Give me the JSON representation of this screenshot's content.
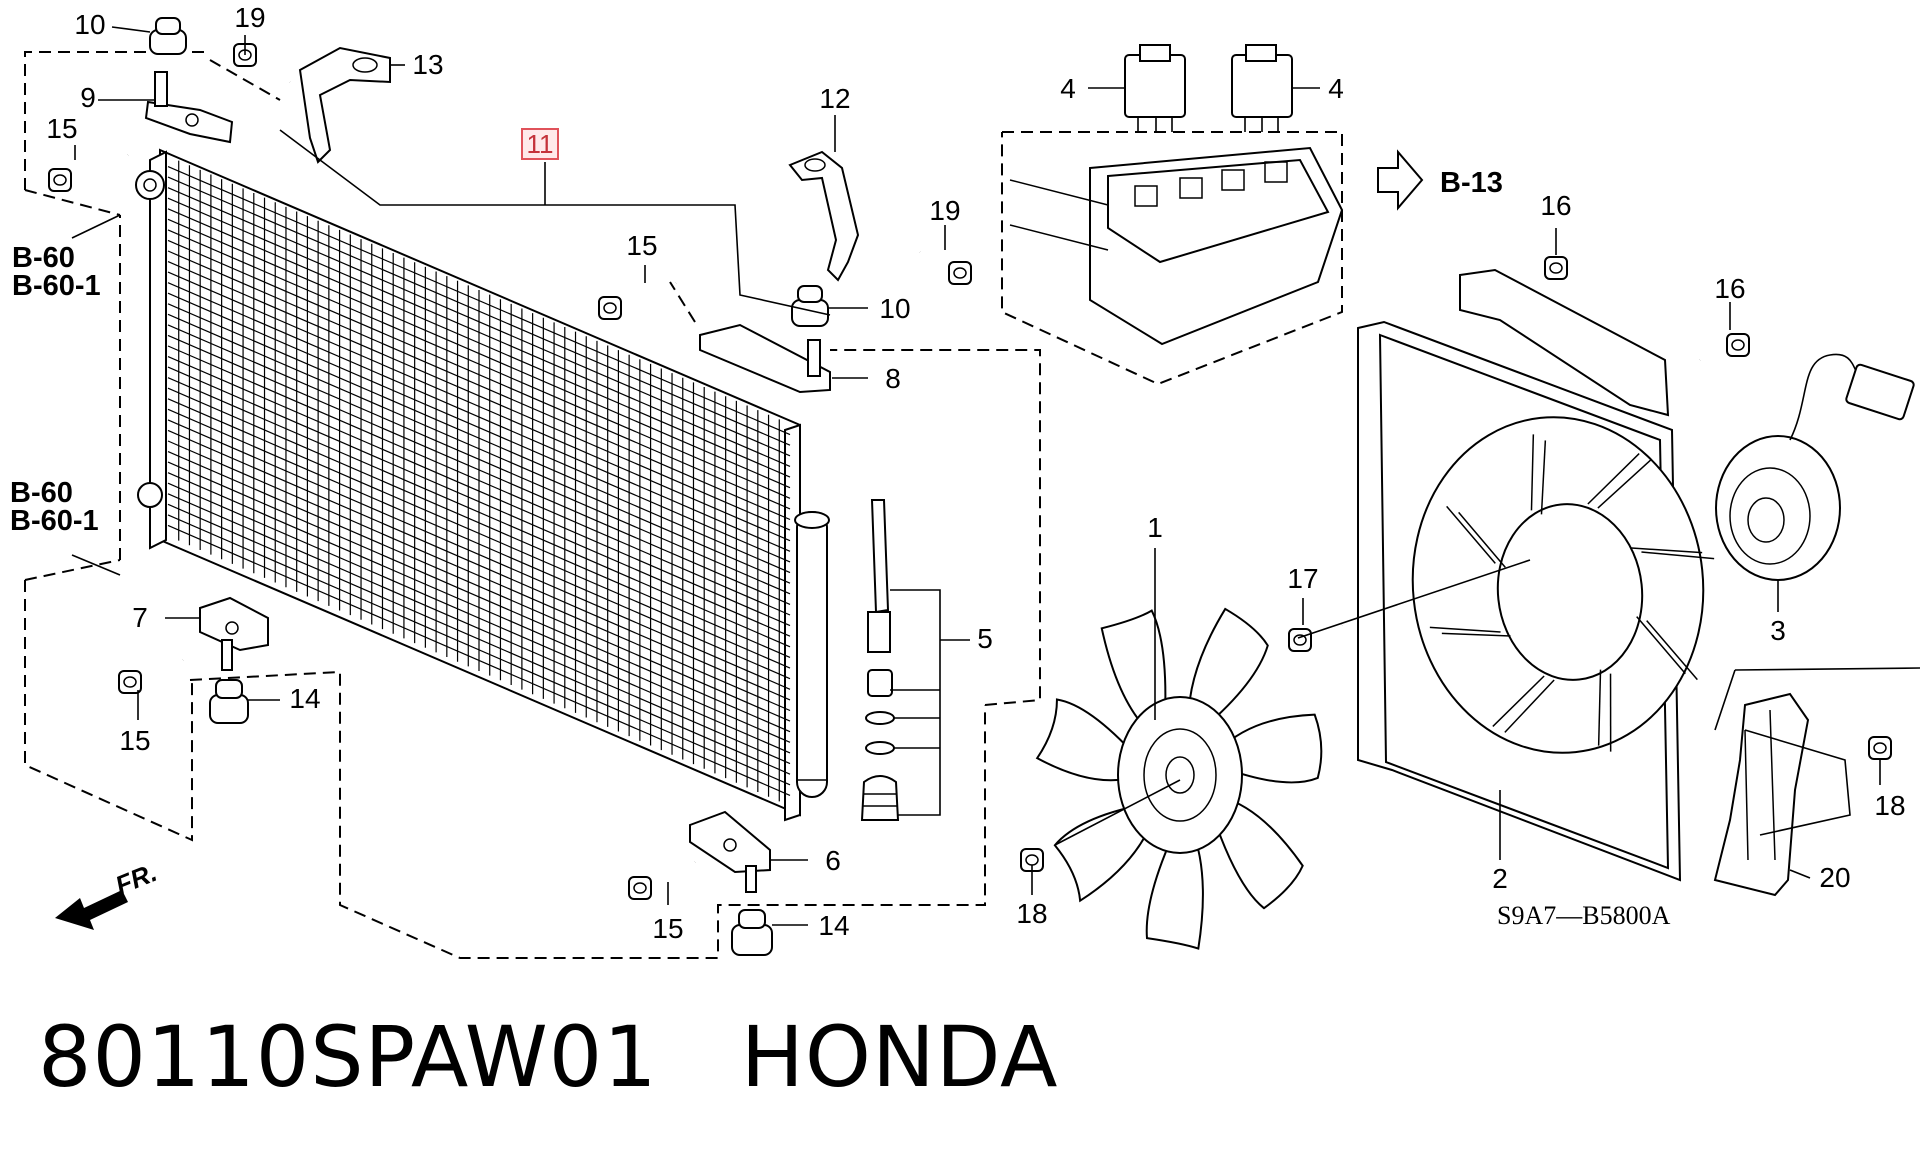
{
  "diagram": {
    "highlight_label": "11",
    "part_numbers": {
      "p1": "1",
      "p2": "2",
      "p3": "3",
      "p4a": "4",
      "p4b": "4",
      "p5": "5",
      "p6": "6",
      "p7": "7",
      "p8": "8",
      "p9": "9",
      "p10a": "10",
      "p10b": "10",
      "p12": "12",
      "p13": "13",
      "p14a": "14",
      "p14b": "14",
      "p15a": "15",
      "p15b": "15",
      "p15c": "15",
      "p15d": "15",
      "p16a": "16",
      "p16b": "16",
      "p17": "17",
      "p18a": "18",
      "p18b": "18",
      "p19a": "19",
      "p19b": "19",
      "p20": "20"
    },
    "refs": {
      "ref_b60_top": "B-60",
      "ref_b601_top": "B-60-1",
      "ref_b60_mid": "B-60",
      "ref_b601_mid": "B-60-1",
      "ref_b13": "B-13"
    },
    "direction_label": "FR.",
    "drawing_code": "S9A7—B5800A"
  },
  "caption": "80110SPAW01   HONDA"
}
